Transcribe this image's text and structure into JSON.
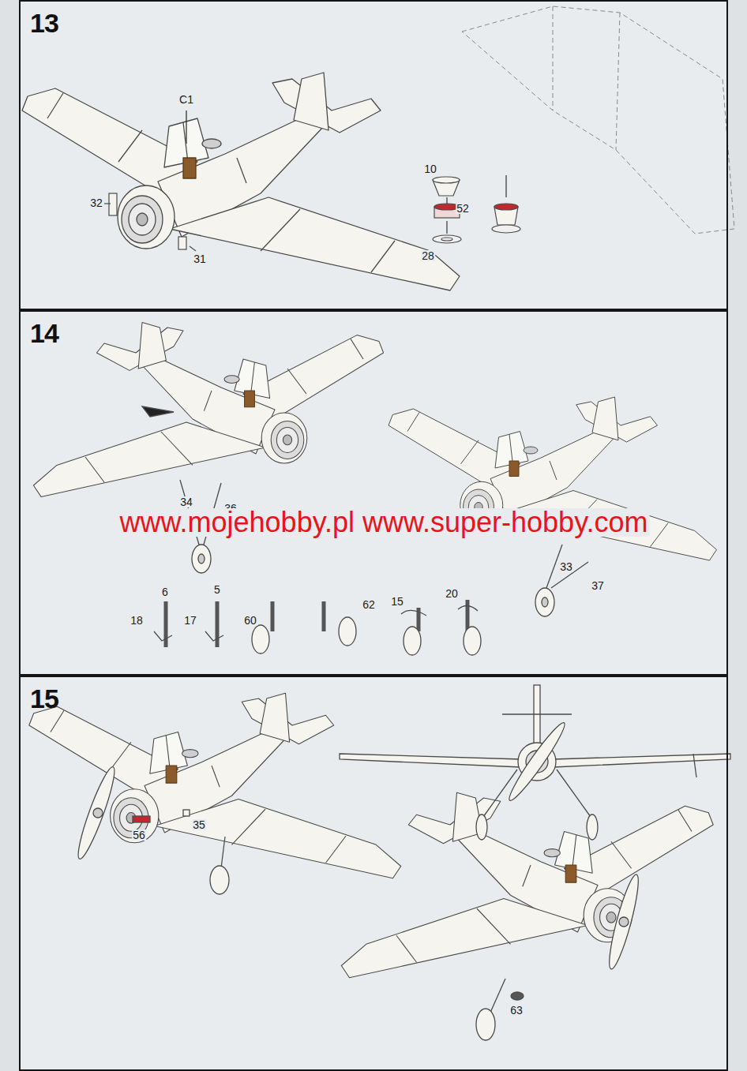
{
  "diagram": {
    "nodes": [
      {
        "text": [
          "13"
        ]
      },
      {
        "text": [
          "14"
        ]
      },
      {
        "text": [
          "15"
        ]
      }
    ],
    "labels": [
      "C1",
      "32",
      "31",
      "10",
      "52",
      "28",
      "34",
      "36",
      "33",
      "37",
      "6",
      "18",
      "5",
      "17",
      "60",
      "62",
      "15",
      "20",
      "35",
      "56",
      "63",
      "www.mojehobby.pl www.super-hobby.com"
    ]
  }
}
